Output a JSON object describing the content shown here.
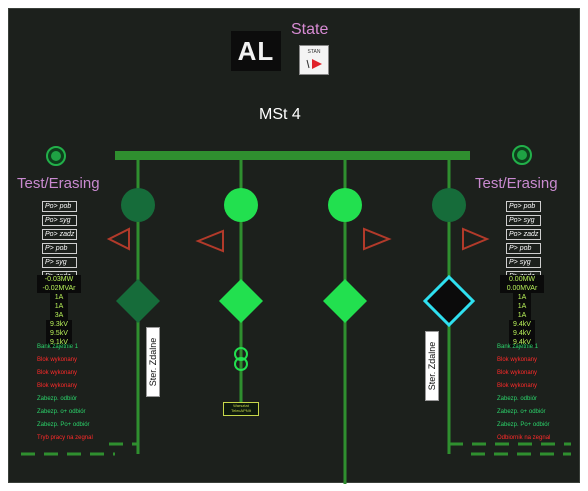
{
  "header": {
    "logo_text": "AL",
    "state_title": "State",
    "state_icon_label": "STAN",
    "station_name": "MSt 4"
  },
  "left_panel": {
    "test_label": "Test/Erasing",
    "boxes": [
      "Po> pob",
      "Po> syg",
      "Po> zadz",
      "P> pob",
      "P> syg",
      "P> zadz"
    ],
    "values": [
      "-0.03MW",
      "-0.02MVAr",
      "1A",
      "1A",
      "3A",
      "9.3kV",
      "9.5kV",
      "9.1kV"
    ],
    "status": [
      {
        "text": "Bank zajetnie 1",
        "color": "#2bd46b"
      },
      {
        "text": "Blok wykonany",
        "color": "#ff2a2a"
      },
      {
        "text": "Blok wykonany",
        "color": "#ff2a2a"
      },
      {
        "text": "Blok wykonany",
        "color": "#ff2a2a"
      },
      {
        "text": "Zabezp. odbiór",
        "color": "#2bd46b"
      },
      {
        "text": "Zabezp. o+ odbiór",
        "color": "#2bd46b"
      },
      {
        "text": "Zabezp. Po+ odbiór",
        "color": "#2bd46b"
      },
      {
        "text": "Tryb pracy na zegnal",
        "color": "#ff2a2a"
      }
    ]
  },
  "right_panel": {
    "test_label": "Test/Erasing",
    "boxes": [
      "Po> pob",
      "Po> syg",
      "Po> zadz",
      "P> pob",
      "P> syg",
      "P> zadz"
    ],
    "values": [
      "0.00MW",
      "0.00MVAr",
      "1A",
      "1A",
      "1A",
      "9.4kV",
      "9.4kV",
      "9.4kV"
    ],
    "status": [
      {
        "text": "Bank zajetnie 1",
        "color": "#2bd46b"
      },
      {
        "text": "Blok wykonany",
        "color": "#ff2a2a"
      },
      {
        "text": "Blok wykonany",
        "color": "#ff2a2a"
      },
      {
        "text": "Blok wykonany",
        "color": "#ff2a2a"
      },
      {
        "text": "Zabezp. odbiór",
        "color": "#2bd46b"
      },
      {
        "text": "Zabezp. o+ odbiór",
        "color": "#2bd46b"
      },
      {
        "text": "Zabezp. Po+ odbiór",
        "color": "#2bd46b"
      },
      {
        "text": "Odbiornik na zegnal",
        "color": "#ff2a2a"
      }
    ]
  },
  "feeders": {
    "ster_label": "Ster. Zdalne",
    "transformer_box": [
      "Warsztat",
      "TelecAPNIt"
    ]
  },
  "colors": {
    "background": "#1c201c",
    "busbar": "#2f8f2f",
    "bright_green": "#22e04f",
    "dark_green": "#166c3a",
    "arrow_red": "#b23a2a",
    "selected_outline": "#2fe0f0"
  }
}
